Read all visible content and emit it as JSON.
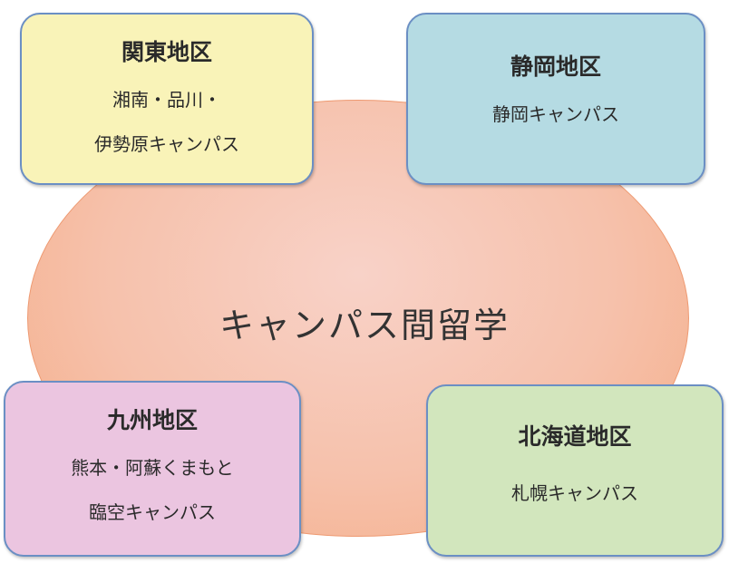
{
  "center": {
    "label": "キャンパス間留学"
  },
  "regions": [
    {
      "title": "関東地区",
      "lines": [
        "湘南・品川・",
        "伊勢原キャンパス"
      ],
      "color": "#f9f3b8"
    },
    {
      "title": "静岡地区",
      "lines": [
        "静岡キャンパス"
      ],
      "color": "#b5dbe3"
    },
    {
      "title": "九州地区",
      "lines": [
        "熊本・阿蘇くまもと",
        "臨空キャンパス"
      ],
      "color": "#ebc5e0"
    },
    {
      "title": "北海道地区",
      "lines": [
        "札幌キャンパス"
      ],
      "color": "#d2e6bd"
    }
  ]
}
